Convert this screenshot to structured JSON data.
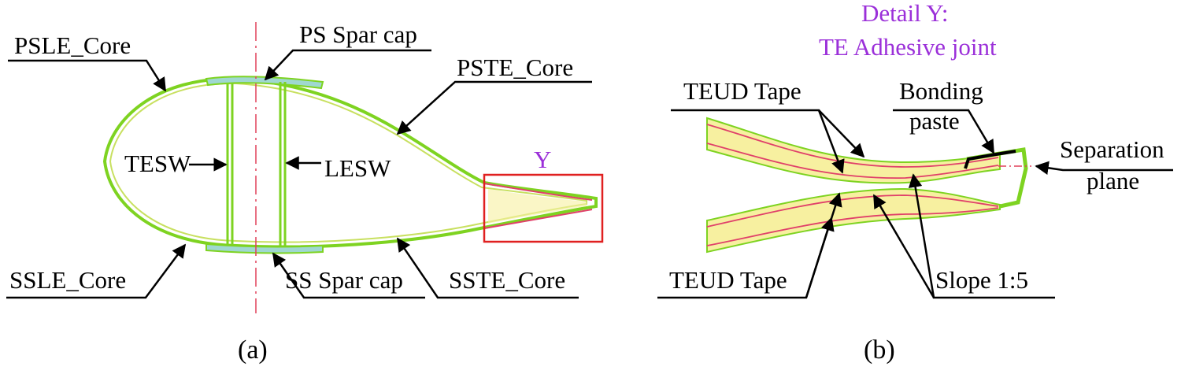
{
  "panel_a": {
    "labels": {
      "psle_core": "PSLE_Core",
      "ps_spar_cap": "PS Spar cap",
      "pste_core": "PSTE_Core",
      "tesw": "TESW",
      "lesw": "LESW",
      "ssle_core": "SSLE_Core",
      "ss_spar_cap": "SS Spar cap",
      "sste_core": "SSTE_Core",
      "detail_marker": "Y"
    },
    "caption": "(a)"
  },
  "panel_b": {
    "title_line1": "Detail Y:",
    "title_line2": "TE Adhesive joint",
    "labels": {
      "teud_tape_top": "TEUD Tape",
      "bonding_line1": "Bonding",
      "bonding_line2": "paste",
      "separation_line1": "Separation",
      "separation_line2": "plane",
      "teud_tape_bottom": "TEUD Tape",
      "slope": "Slope 1:5"
    },
    "caption": "(b)"
  },
  "colors": {
    "shell": "#7ed321",
    "core_fill": "#f7f0a0",
    "spar_cap": "#9fd8d0",
    "laminate_line": "#e0406a",
    "center_line": "#e0405a",
    "detail_box": "#e02020",
    "title_purple": "#9b30d9",
    "bonding": "#000000"
  }
}
